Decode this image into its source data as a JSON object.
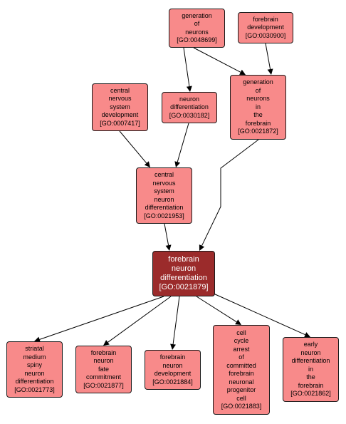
{
  "colors": {
    "node_fill": "#f88a8a",
    "focus_fill": "#9b2b2b",
    "border": "#1a1a1a",
    "edge": "#000000"
  },
  "nodes": {
    "n48699": {
      "lines": [
        "generation",
        "of",
        "neurons",
        "[GO:0048699]"
      ]
    },
    "n30900": {
      "lines": [
        "forebrain",
        "development",
        "[GO:0030900]"
      ]
    },
    "n7417": {
      "lines": [
        "central",
        "nervous",
        "system",
        "development",
        "[GO:0007417]"
      ]
    },
    "n30182": {
      "lines": [
        "neuron",
        "differentiation",
        "[GO:0030182]"
      ]
    },
    "n21872": {
      "lines": [
        "generation",
        "of",
        "neurons",
        "in",
        "the",
        "forebrain",
        "[GO:0021872]"
      ]
    },
    "n21953": {
      "lines": [
        "central",
        "nervous",
        "system",
        "neuron",
        "differentiation",
        "[GO:0021953]"
      ]
    },
    "n21879": {
      "lines": [
        "forebrain",
        "neuron",
        "differentiation",
        "[GO:0021879]"
      ]
    },
    "n21773": {
      "lines": [
        "striatal",
        "medium",
        "spiny",
        "neuron",
        "differentiation",
        "[GO:0021773]"
      ]
    },
    "n21877": {
      "lines": [
        "forebrain",
        "neuron",
        "fate",
        "commitment",
        "[GO:0021877]"
      ]
    },
    "n21884": {
      "lines": [
        "forebrain",
        "neuron",
        "development",
        "[GO:0021884]"
      ]
    },
    "n21883": {
      "lines": [
        "cell",
        "cycle",
        "arrest",
        "of",
        "committed",
        "forebrain",
        "neuronal",
        "progenitor",
        "cell",
        "[GO:0021883]"
      ]
    },
    "n21862": {
      "lines": [
        "early",
        "neuron",
        "differentiation",
        "in",
        "the",
        "forebrain",
        "[GO:0021862]"
      ]
    }
  }
}
